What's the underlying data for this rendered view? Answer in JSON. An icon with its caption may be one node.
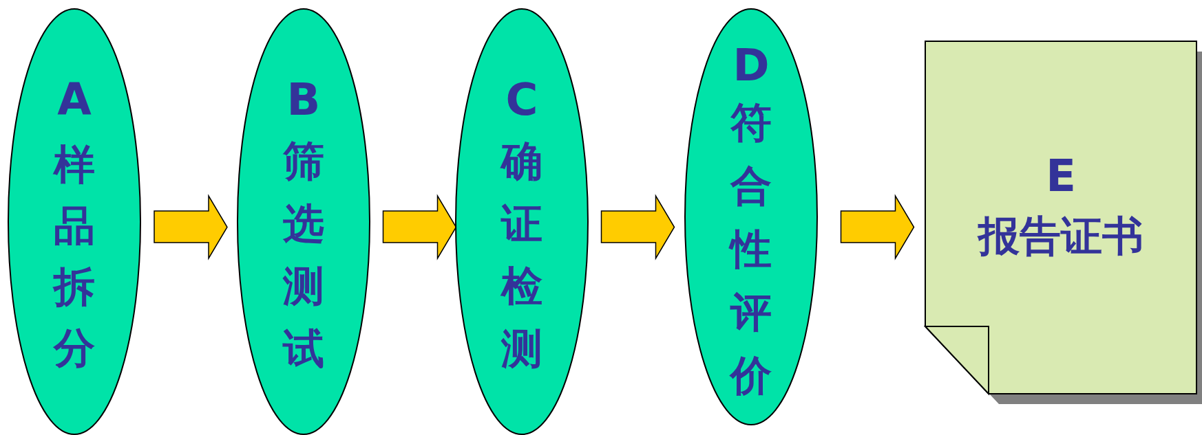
{
  "diagram": {
    "nodes": [
      {
        "text": [
          "A",
          "样品拆分"
        ]
      },
      {
        "text": [
          "B",
          "筛选测试"
        ]
      },
      {
        "text": [
          "C",
          "确证检测"
        ]
      },
      {
        "text": [
          "D",
          "符合性评价"
        ]
      },
      {
        "text": [
          "E",
          "报告证书"
        ]
      }
    ],
    "edges": [
      {
        "from": 0,
        "to": 1,
        "arrow": "to"
      },
      {
        "from": 1,
        "to": 2,
        "arrow": "to"
      },
      {
        "from": 2,
        "to": 3,
        "arrow": "to"
      },
      {
        "from": 3,
        "to": 4,
        "arrow": "to"
      }
    ]
  }
}
